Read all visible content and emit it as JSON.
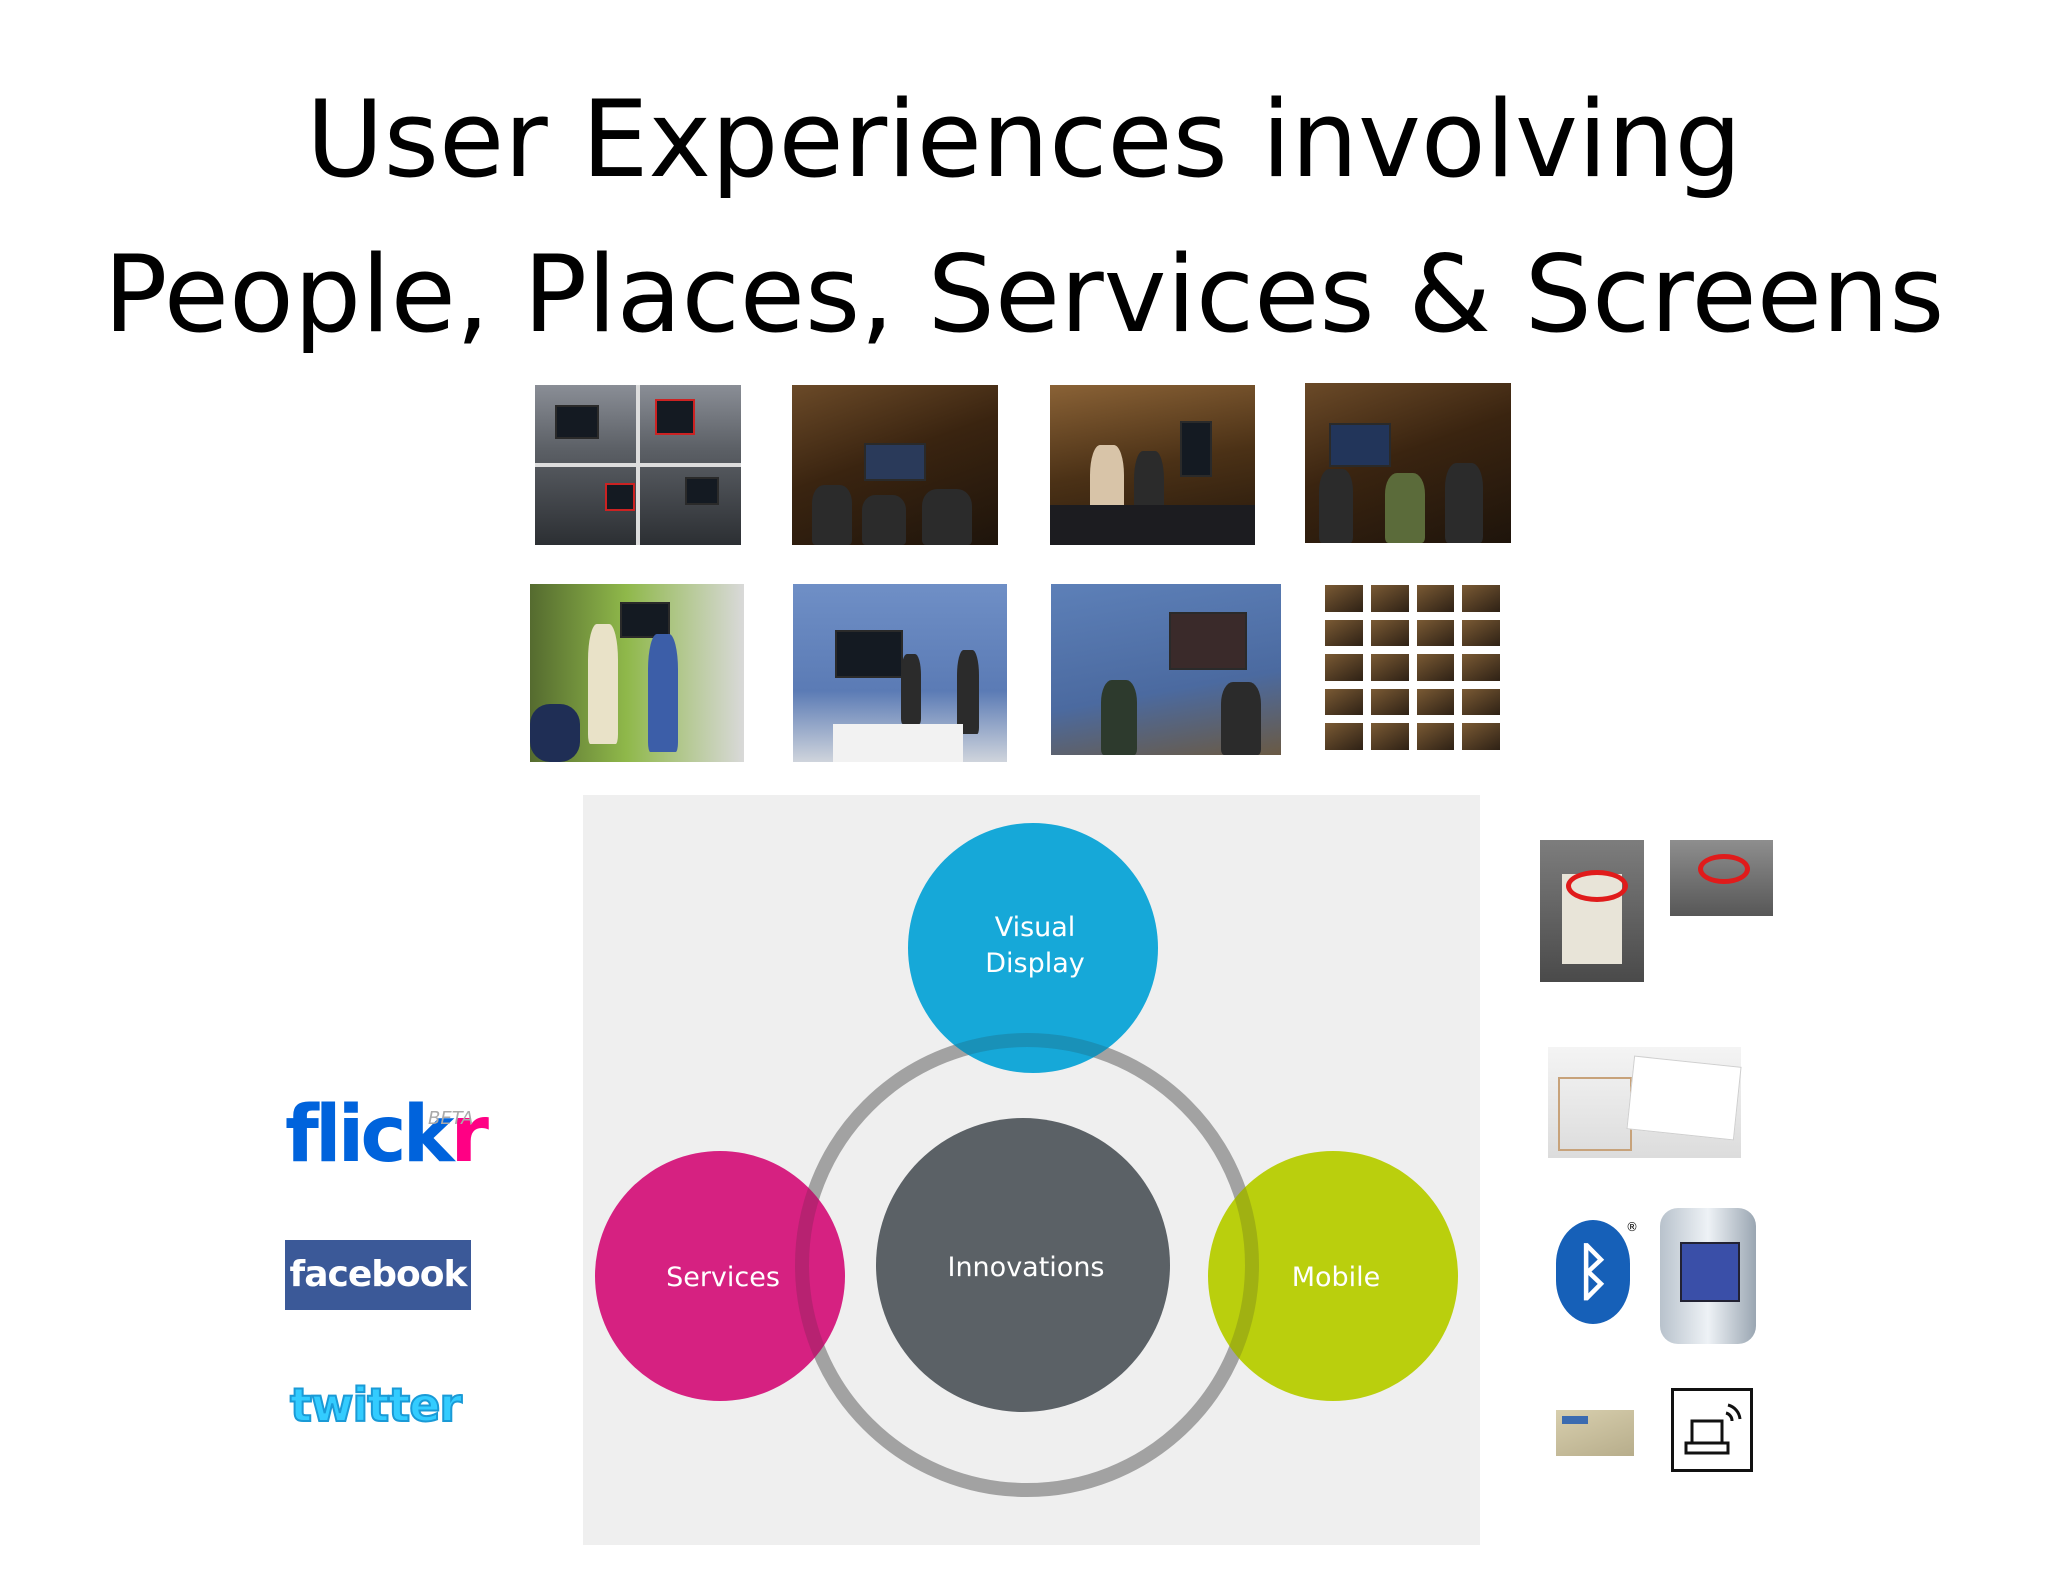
{
  "title": {
    "line1": "User Experiences involving",
    "line2": "People, Places, Services & Screens"
  },
  "photos": {
    "row1": [
      "office-collage-photo",
      "auditorium-photo",
      "display-demo-photo",
      "exhibit-photo"
    ],
    "row2": [
      "green-lounge-photo",
      "blue-wall-display-photo",
      "hallway-display-photo",
      "thumbnail-grid-photo"
    ]
  },
  "diagram": {
    "nodes": {
      "visual_display_line1": "Visual",
      "visual_display_line2": "Display",
      "services": "Services",
      "innovations": "Innovations",
      "mobile": "Mobile"
    },
    "colors": {
      "visual_display": "#0aa3d6",
      "services": "#d4157a",
      "innovations": "#5b6166",
      "mobile": "#b6cc00",
      "ring": "#b0b0b0",
      "background": "#efefef"
    }
  },
  "logos": {
    "flickr_part1": "flick",
    "flickr_part2": "r",
    "flickr_beta": "BETA",
    "facebook": "facebook",
    "twitter": "twitter"
  },
  "right_items": {
    "bluetooth_mark": "ᛒ",
    "registered": "®"
  }
}
